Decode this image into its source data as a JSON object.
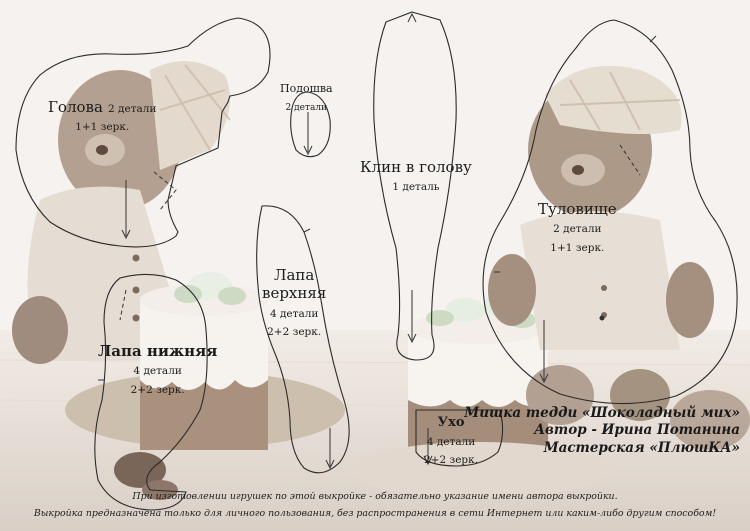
{
  "pieces": {
    "head": {
      "name": "Голова",
      "count": "2 детали",
      "mirror": "1+1 зерк."
    },
    "sole": {
      "name": "Подошва",
      "count": "2 детали"
    },
    "gusset": {
      "name": "Клин в голову",
      "count": "1 деталь"
    },
    "body": {
      "name": "Туловище",
      "count": "2 детали",
      "mirror": "1+1 зерк."
    },
    "upper_paw": {
      "name_line1": "Лапа",
      "name_line2": "верхняя",
      "count": "4 детали",
      "mirror": "2+2 зерк."
    },
    "lower_paw": {
      "name": "Лапа нижняя",
      "count": "4 детали",
      "mirror": "2+2 зерк."
    },
    "ear": {
      "name": "Ухо",
      "count": "4 детали",
      "mirror": "2+2 зерк."
    }
  },
  "credits": {
    "title": "Мишка тедди «Шоколадный мих»",
    "author": "Автор - Ирина Потанина",
    "studio": "Мастерская «ПлюшКА»"
  },
  "notice": {
    "line1": "При изготовлении игрушек по этой выкройке - обязательно указание имени автора выкройки.",
    "line2": "Выкройка предназначена только для личного пользования, без распространения в сети Интернет или каким-либо другим способом!"
  }
}
